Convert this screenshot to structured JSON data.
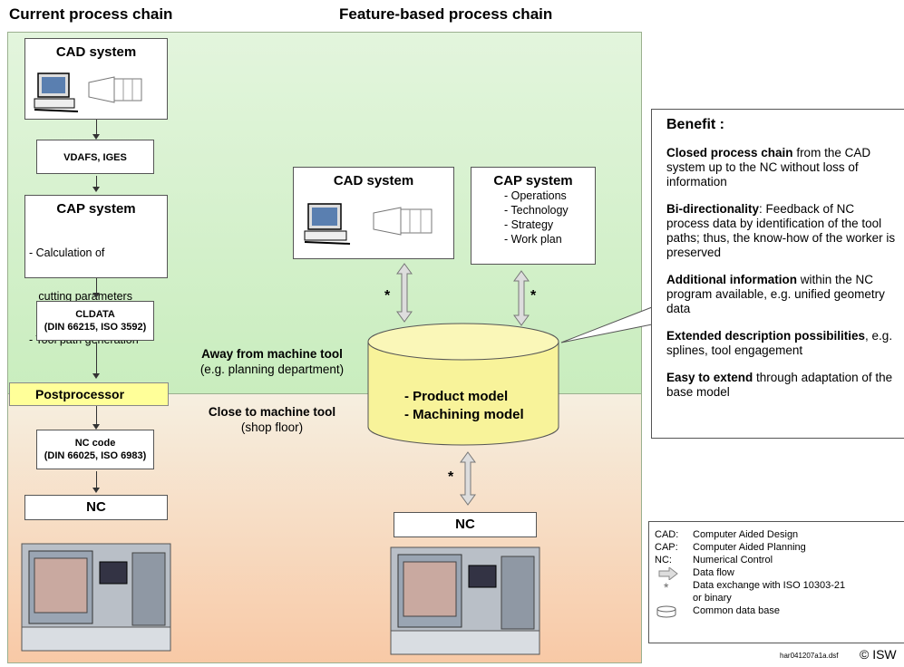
{
  "headers": {
    "current": "Current process chain",
    "feature": "Feature-based process chain"
  },
  "left_chain": {
    "cad_title": "CAD system",
    "format1": "VDAFS, IGES",
    "cap_title": "CAP system",
    "cap_items": [
      "- Calculation of",
      "   cutting parameters",
      "- Tool path generation"
    ],
    "cldata_line1": "CLDATA",
    "cldata_line2": "(DIN 66215, ISO 3592)",
    "postprocessor": "Postprocessor",
    "nccode_line1": "NC code",
    "nccode_line2": "(DIN 66025, ISO 6983)",
    "nc": "NC"
  },
  "center": {
    "cad_title": "CAD system",
    "cap_title": "CAP system",
    "cap_items": [
      "- Operations",
      "- Technology",
      "- Strategy",
      "- Work plan"
    ],
    "away_title": "Away from machine tool",
    "away_sub": "(e.g. planning department)",
    "close_title": "Close to machine tool",
    "close_sub": "(shop floor)",
    "db_line1": "- Product model",
    "db_line2": "- Machining model",
    "nc": "NC",
    "star": "*"
  },
  "benefit": {
    "title": "Benefit :",
    "items": [
      {
        "bold": "Closed process chain",
        "rest": " from the CAD system up to the NC without loss of information"
      },
      {
        "bold": "Bi-directionality",
        "rest": ": Feedback of NC process data by identification of the tool paths; thus, the know-how of the worker is preserved"
      },
      {
        "bold": "Additional information",
        "rest": " within the NC program available, e.g. unified geometry data"
      },
      {
        "bold": "Extended description possibilities",
        "rest": ", e.g. splines, tool engagement"
      },
      {
        "bold": "Easy to extend",
        "rest": " through adaptation of the base model"
      }
    ]
  },
  "legend": {
    "cad_abbr": "CAD:",
    "cad_full": "Computer Aided Design",
    "cap_abbr": "CAP:",
    "cap_full": "Computer Aided Planning",
    "nc_abbr": "NC:",
    "nc_full": "Numerical Control",
    "flow": "Data flow",
    "exchange1": "Data exchange with ISO 10303-21",
    "exchange2": "or binary",
    "db": "Common data base",
    "star": "*"
  },
  "footer": {
    "file": "har041207a1a.dsf",
    "copyright": "© ISW"
  }
}
